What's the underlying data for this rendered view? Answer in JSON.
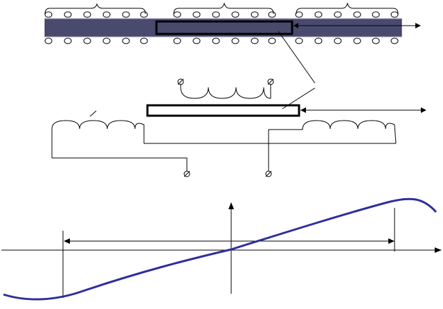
{
  "diagram": {
    "colors": {
      "line": "#000000",
      "tube_fill": "#4a4a6e",
      "tube_edge": "#2a2a4a",
      "curve": "#2e2e9e",
      "background": "#ffffff"
    },
    "coil_groups_top": [
      "left-winding",
      "middle-winding",
      "right-winding"
    ],
    "icons": [
      "terminal-icon",
      "arrow-icon",
      "coil-icon"
    ]
  }
}
